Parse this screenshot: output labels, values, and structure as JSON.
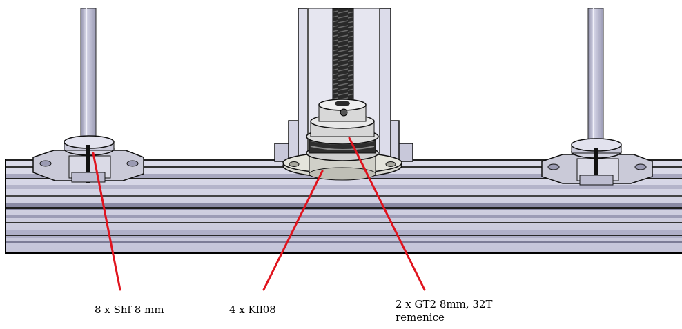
{
  "drawing": {
    "colors": {
      "background": "#ffffff",
      "rail_light": "#d8d8e8",
      "rail_mid": "#c6c6da",
      "rail_dark": "#7a7a92",
      "edge": "#000000",
      "leader": "#e0141e",
      "shaft": "#b8b8cf",
      "flange": "#d6d6d0",
      "screw": "#262626"
    },
    "icons": [
      "cad-assembly-render"
    ]
  },
  "callouts": {
    "shaft_support": {
      "text": "8 x Shf 8 mm"
    },
    "flange_bearing": {
      "text": "4 x Kfl08"
    },
    "pulley": {
      "line1": "2 x GT2 8mm, 32T",
      "line2": "remenice"
    }
  }
}
